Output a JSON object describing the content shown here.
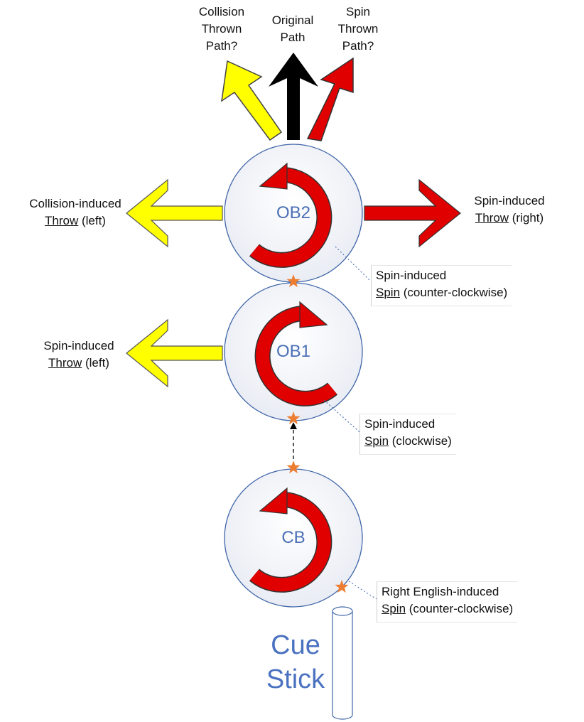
{
  "labels": {
    "collision_thrown_path": [
      "Collision",
      "Thrown",
      "Path?"
    ],
    "original_path": [
      "Original",
      "Path"
    ],
    "spin_thrown_path": [
      "Spin",
      "Thrown",
      "Path?"
    ],
    "ob2_left": {
      "line1": "Collision-induced",
      "u": "Throw",
      "rest": " (left)"
    },
    "ob2_right": {
      "line1": "Spin-induced",
      "u": "Throw",
      "rest": " (right)"
    },
    "ob1_left": {
      "line1": "Spin-induced",
      "u": "Throw",
      "rest": " (left)"
    },
    "callout_ob2": {
      "line1": "Spin-induced",
      "u": "Spin",
      "rest": " (counter-clockwise)"
    },
    "callout_ob1": {
      "line1": "Spin-induced",
      "u": "Spin",
      "rest": " (clockwise)"
    },
    "callout_cb": {
      "line1": "Right English-induced",
      "u": "Spin",
      "rest": " (counter-clockwise)"
    }
  },
  "balls": {
    "ob2": "OB2",
    "ob1": "OB1",
    "cb": "CB"
  },
  "cue": {
    "line1": "Cue",
    "line2": "Stick"
  },
  "colors": {
    "yellow": "#ffff00",
    "red": "#e00000",
    "black": "#000000",
    "ball_stroke": "#3f65a8",
    "star": "#ed7d31",
    "label_blue": "#4a6fb5"
  }
}
